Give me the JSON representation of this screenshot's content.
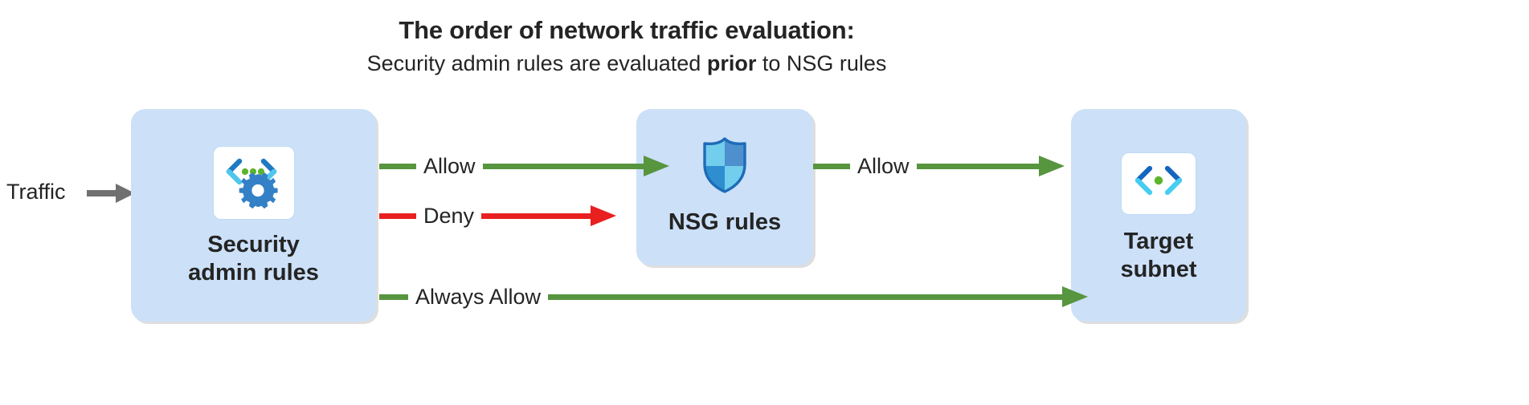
{
  "heading": {
    "title": "The order of network traffic evaluation:",
    "subtitle_prefix": "Security admin rules are evaluated ",
    "subtitle_emphasis": "prior",
    "subtitle_suffix": " to NSG rules"
  },
  "traffic": {
    "label": "Traffic",
    "arrow_color": "#707070",
    "arrow_icon": "arrow-right-icon"
  },
  "nodes": [
    {
      "id": "security-admin-rules",
      "label": "Security\nadmin rules",
      "icon": "code-brackets-gear-icon",
      "fill": "#cce0f8"
    },
    {
      "id": "nsg-rules",
      "label": "NSG rules",
      "icon": "shield-icon",
      "fill": "#cce0f8"
    },
    {
      "id": "target-subnet",
      "label": "Target\nsubnet",
      "icon": "subnet-brackets-icon",
      "fill": "#cce0f8"
    }
  ],
  "connectors": [
    {
      "id": "allow-to-nsg",
      "label": "Allow",
      "color": "#57953f",
      "from": "security-admin-rules",
      "to": "nsg-rules",
      "terminates_at_target": true
    },
    {
      "id": "deny",
      "label": "Deny",
      "color": "#e8201f",
      "from": "security-admin-rules",
      "to": "dropped",
      "terminates_at_target": false
    },
    {
      "id": "allow-to-subnet",
      "label": "Allow",
      "color": "#57953f",
      "from": "nsg-rules",
      "to": "target-subnet",
      "terminates_at_target": true
    },
    {
      "id": "always-allow",
      "label": "Always Allow",
      "color": "#57953f",
      "from": "security-admin-rules",
      "to": "target-subnet",
      "terminates_at_target": true
    }
  ],
  "colors": {
    "box_fill": "#cce0f8",
    "allow_green": "#57953f",
    "deny_red": "#e8201f",
    "traffic_gray": "#707070",
    "text": "#242424",
    "icon_blue": "#1f7ac2",
    "icon_cyan": "#42c3ef",
    "icon_green": "#5ab52b",
    "icon_gear": "#3380c7"
  }
}
